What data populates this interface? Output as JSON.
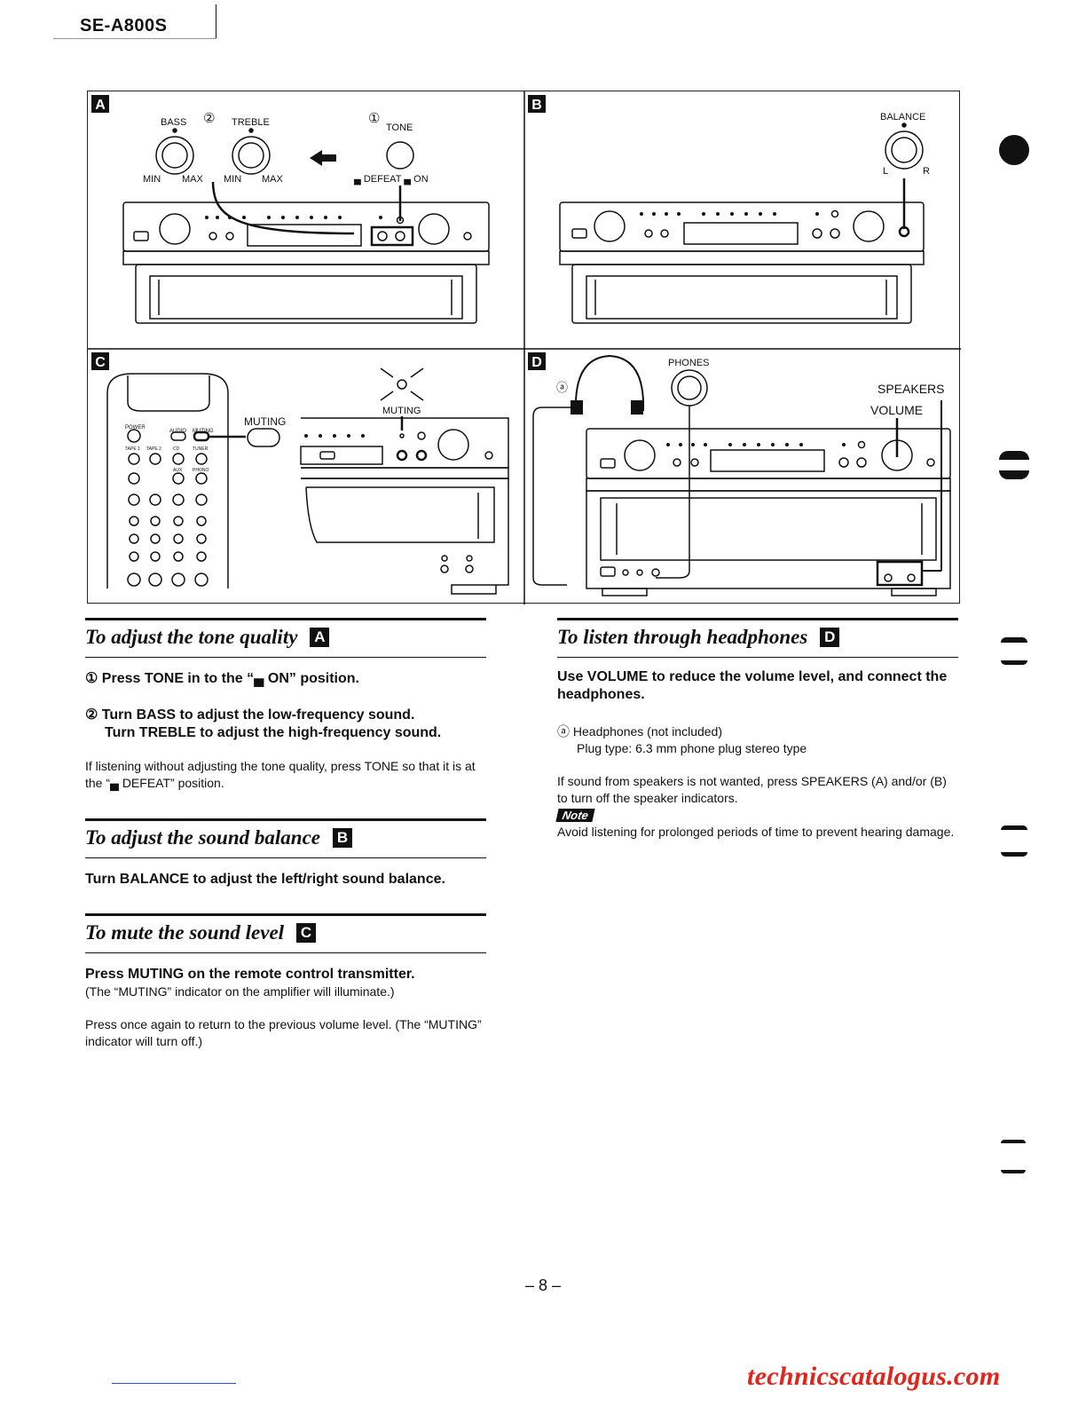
{
  "header": {
    "model": "SE-A800S"
  },
  "figures": {
    "panel_labels": [
      "A",
      "B",
      "C",
      "D"
    ],
    "A": {
      "bass": "BASS",
      "treble": "TREBLE",
      "tone": "TONE",
      "min": "MIN",
      "max": "MAX",
      "defeat_on": "▄ DEFEAT ▄ ON",
      "step1": "①",
      "step2": "②"
    },
    "B": {
      "balance": "BALANCE",
      "l": "L",
      "r": "R"
    },
    "C": {
      "muting": "MUTING",
      "muting2": "MUTING",
      "power": "POWER",
      "audio_mode": "AUDIO",
      "muting_small": "MUTING",
      "tape1": "TAPE 1",
      "tape2": "TAPE 2",
      "cd": "CD",
      "tuner": "TUNER",
      "aux": "AUX",
      "phono": "PHONO"
    },
    "D": {
      "phones": "PHONES",
      "speakers": "SPEAKERS",
      "volume": "VOLUME",
      "circle_a": "ⓐ"
    }
  },
  "sections": {
    "tone": {
      "title": "To adjust the tone quality",
      "badge": "A",
      "step1": "① Press TONE in to the “▄ ON” position.",
      "step2a": "② Turn BASS to adjust the low-frequency sound.",
      "step2b": "Turn TREBLE to adjust the high-frequency sound.",
      "note": "If listening without adjusting the tone quality, press TONE so that it is at the “▄ DEFEAT” position."
    },
    "balance": {
      "title": "To adjust the sound balance",
      "badge": "B",
      "text": "Turn BALANCE to adjust the left/right sound balance."
    },
    "mute": {
      "title": "To mute the sound level",
      "badge": "C",
      "text": "Press MUTING on the remote control transmitter.",
      "sub": "(The “MUTING” indicator on the amplifier will illuminate.)",
      "again": "Press once again to return to the previous volume level. (The “MUTING” indicator will turn off.)"
    },
    "headphones": {
      "title": "To listen through headphones",
      "badge": "D",
      "text": "Use VOLUME to reduce the volume level, and connect the headphones.",
      "item": "ⓐ Headphones (not included)",
      "plug": "Plug type: 6.3 mm phone plug stereo type",
      "speakers_note": "If sound from speakers is not wanted, press SPEAKERS (A) and/or (B) to turn off the speaker indicators.",
      "note_label": "Note",
      "note": "Avoid listening for prolonged periods of time to prevent hearing damage."
    }
  },
  "footer": {
    "page": "– 8 –",
    "watermark": "technicscatalogus.com"
  }
}
